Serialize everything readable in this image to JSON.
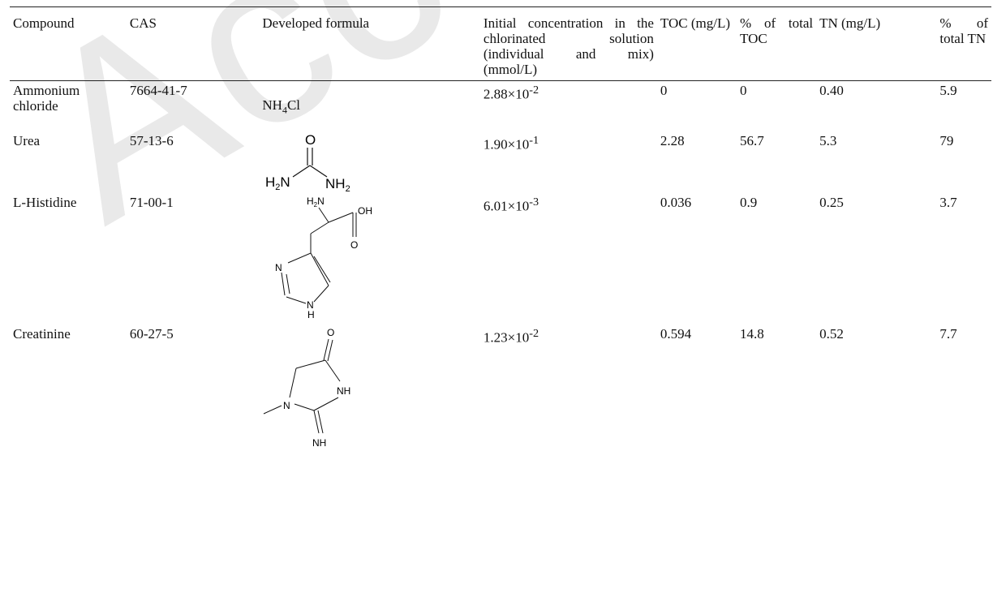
{
  "watermark": "Accepted",
  "table": {
    "headers": {
      "compound": "Compound",
      "cas": "CAS",
      "formula": "Developed formula",
      "concentration": "Initial concentration in the chlorinated solution (individual and mix) (mmol/L)",
      "toc": "TOC (mg/L)",
      "pct_toc": "% of total TOC",
      "tn": "TN (mg/L)",
      "pct_tn": "% of total TN"
    },
    "rows": [
      {
        "compound": "Ammonium chloride",
        "cas": "7664-41-7",
        "formula_text": "NH4Cl",
        "conc_mantissa": "2.88×10",
        "conc_exp": "-2",
        "toc": "0",
        "pct_toc": "0",
        "tn": "0.40",
        "pct_tn": "5.9"
      },
      {
        "compound": "Urea",
        "cas": "57-13-6",
        "conc_mantissa": "1.90×10",
        "conc_exp": "-1",
        "toc": "2.28",
        "pct_toc": "56.7",
        "tn": "5.3",
        "pct_tn": "79"
      },
      {
        "compound": "L-Histidine",
        "cas": "71-00-1",
        "conc_mantissa": "6.01×10",
        "conc_exp": "-3",
        "toc": "0.036",
        "pct_toc": "0.9",
        "tn": "0.25",
        "pct_tn": "3.7"
      },
      {
        "compound": "Creatinine",
        "cas": "60-27-5",
        "conc_mantissa": "1.23×10",
        "conc_exp": "-2",
        "toc": "0.594",
        "pct_toc": "14.8",
        "tn": "0.52",
        "pct_tn": "7.7"
      }
    ],
    "structures": {
      "urea": {
        "o": "O",
        "n_left": "H2N",
        "n_right": "NH2"
      },
      "histidine": {
        "amine": "H2N",
        "oh": "OH",
        "o": "O",
        "n_ring": "N",
        "nh_ring": "N",
        "h_ring": "H"
      },
      "creatinine": {
        "o": "O",
        "nh": "NH",
        "n": "N",
        "imine": "NH"
      }
    }
  }
}
